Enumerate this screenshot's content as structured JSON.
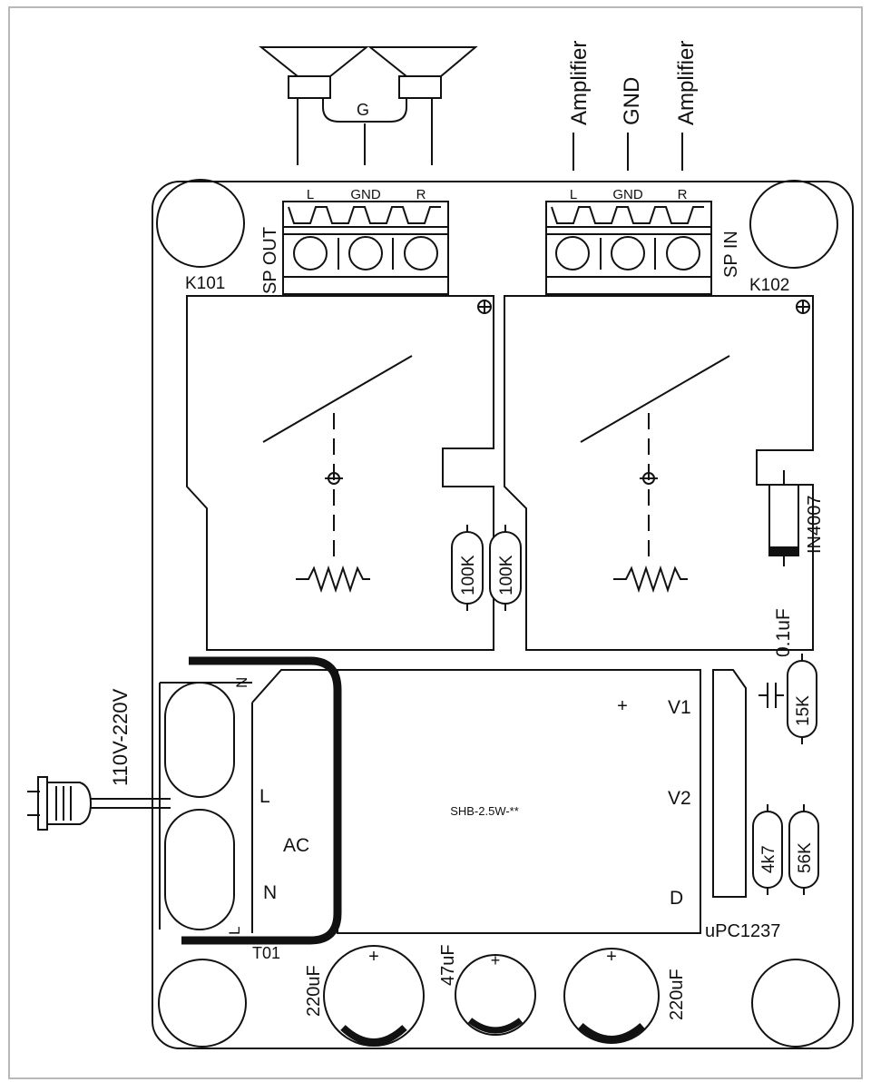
{
  "speaker_out": {
    "ground_label": "G",
    "connector_label": "SP OUT",
    "pins": [
      "L",
      "GND",
      "R"
    ]
  },
  "amp_input": {
    "wire_labels": [
      "Amplifier",
      "GND",
      "Amplifier"
    ],
    "connector_label": "SP IN",
    "pins": [
      "L",
      "GND",
      "R"
    ]
  },
  "relays": {
    "left": "K101",
    "right": "K102"
  },
  "resistors": [
    "100K",
    "100K",
    "15K",
    "4k7",
    "56K"
  ],
  "diode": "IN4007",
  "capacitor_small": "0.1uF",
  "power": {
    "input_label": "110V-220V",
    "terminal_top": "N",
    "terminal_bottom": "L",
    "terminal_id": "T01"
  },
  "transformer": {
    "model": "SHB-2.5W-**",
    "pin_l": "L",
    "pin_ac": "AC",
    "pin_n": "N",
    "plus": "+",
    "v1": "V1",
    "v2": "V2",
    "d": "D"
  },
  "ic": "uPC1237",
  "electrolytics": [
    "220uF",
    "47uF",
    "220uF"
  ],
  "polarity": "+"
}
